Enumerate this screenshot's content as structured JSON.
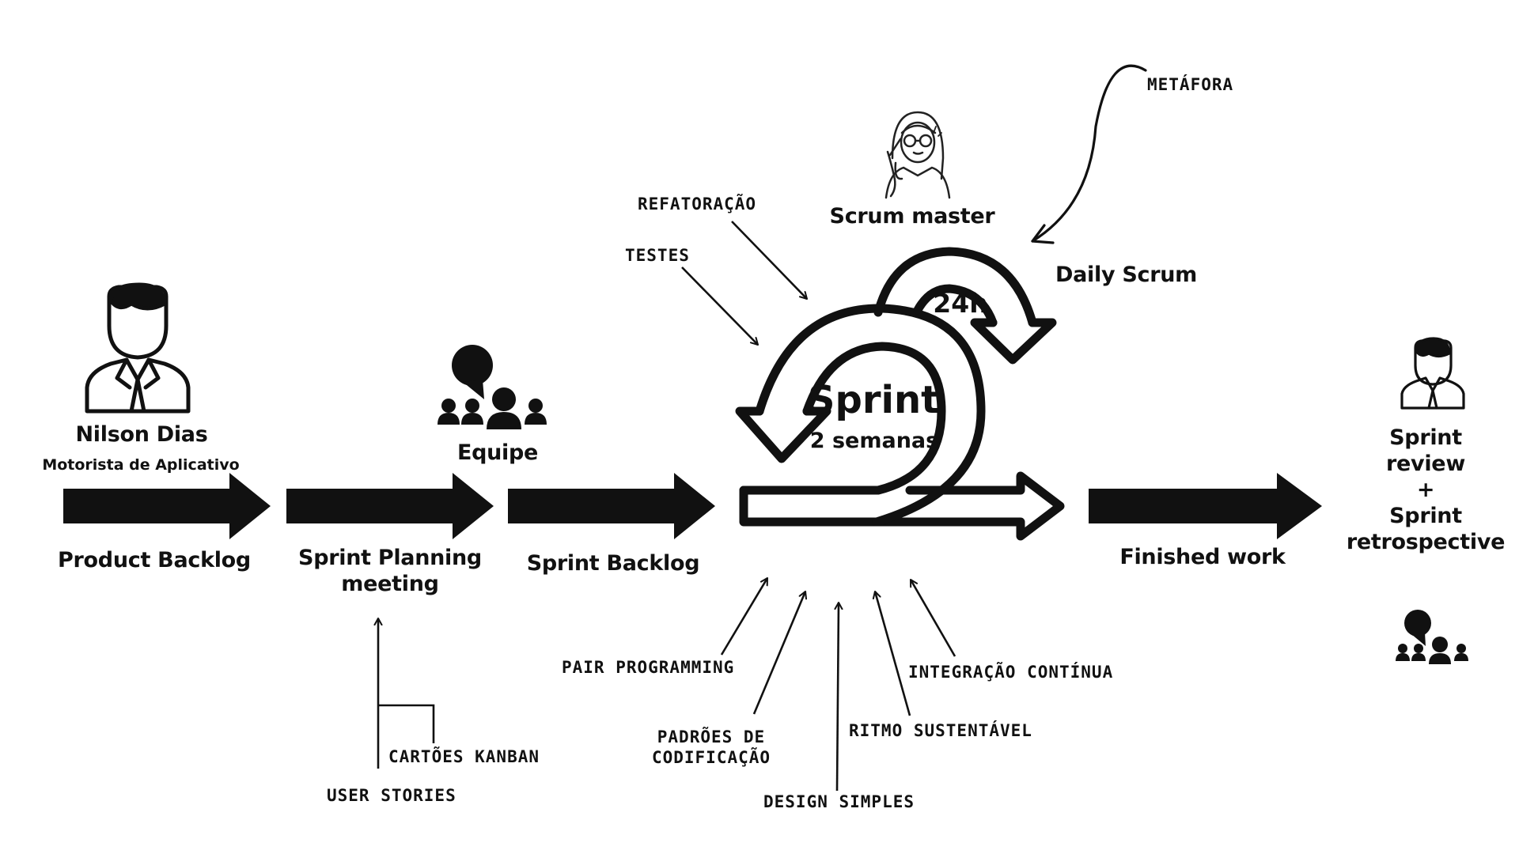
{
  "owner": {
    "name": "Nilson Dias",
    "role": "Motorista de Aplicativo",
    "icon": "businessman-icon"
  },
  "team": {
    "label": "Equipe",
    "icon": "team-chat-icon"
  },
  "flow": [
    {
      "label": "Product Backlog"
    },
    {
      "label_line1": "Sprint Planning",
      "label_line2": "meeting"
    },
    {
      "label": "Sprint Backlog"
    },
    {
      "label": "Finished work"
    }
  ],
  "sprint": {
    "title": "Sprint",
    "duration": "2 semanas",
    "daily_cycle": "24h",
    "daily_label": "Daily Scrum",
    "scrum_master": "Scrum master",
    "scrum_master_icon": "scrum-master-woman-icon"
  },
  "review": {
    "line1": "Sprint",
    "line2": "review",
    "plus": "+",
    "line3": "Sprint",
    "line4": "retrospective",
    "person_icon": "businessman-icon",
    "team_icon": "team-chat-icon"
  },
  "xp_practices": {
    "metaphor": "METÁFORA",
    "refactoring": "REFATORAÇÃO",
    "tests": "TESTES",
    "pair_programming": "PAIR PROGRAMMING",
    "coding_standards_line1": "PADRÕES DE",
    "coding_standards_line2": "CODIFICAÇÃO",
    "simple_design": "DESIGN SIMPLES",
    "sustainable_pace": "RITMO SUSTENTÁVEL",
    "continuous_integration": "INTEGRAÇÃO CONTÍNUA"
  },
  "planning_inputs": {
    "kanban_cards": "CARTÕES KANBAN",
    "user_stories": "USER STORIES"
  },
  "colors": {
    "ink": "#111111",
    "background": "#ffffff"
  }
}
